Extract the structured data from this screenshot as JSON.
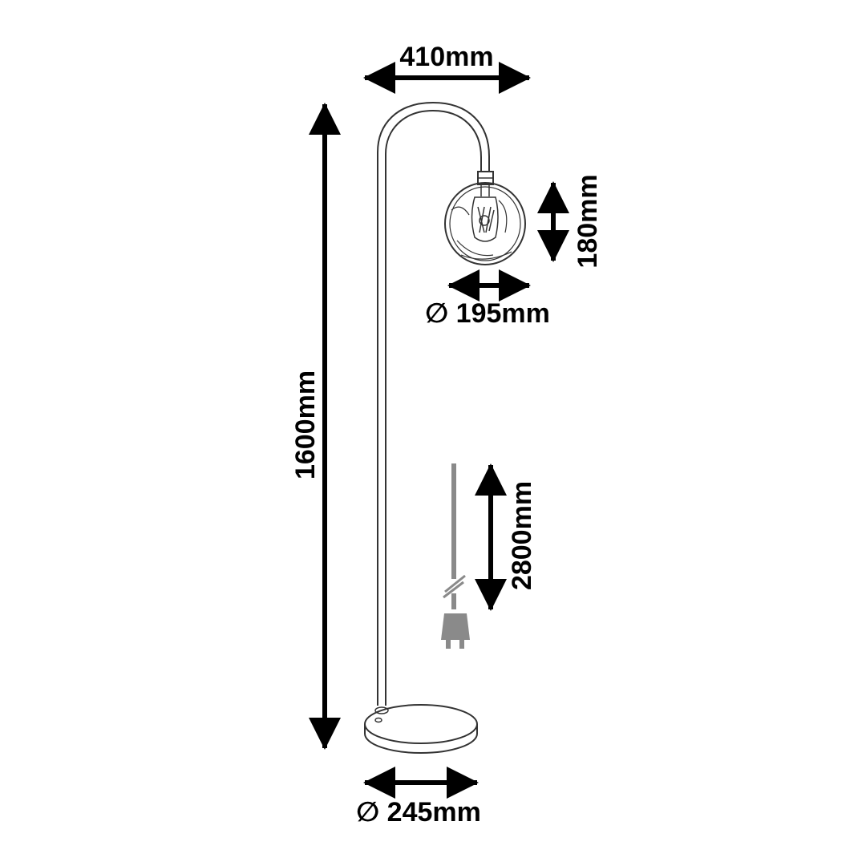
{
  "dimensions": {
    "total_width": "410mm",
    "shade_height": "180mm",
    "shade_diameter": "∅ 195mm",
    "total_height": "1600mm",
    "cable_length": "2800mm",
    "base_diameter": "∅ 245mm"
  },
  "colors": {
    "line": "#000000",
    "cable": "#8a8a8a",
    "background": "#ffffff"
  },
  "icons": {
    "plug": "plug-icon",
    "arrow": "double-arrow"
  }
}
